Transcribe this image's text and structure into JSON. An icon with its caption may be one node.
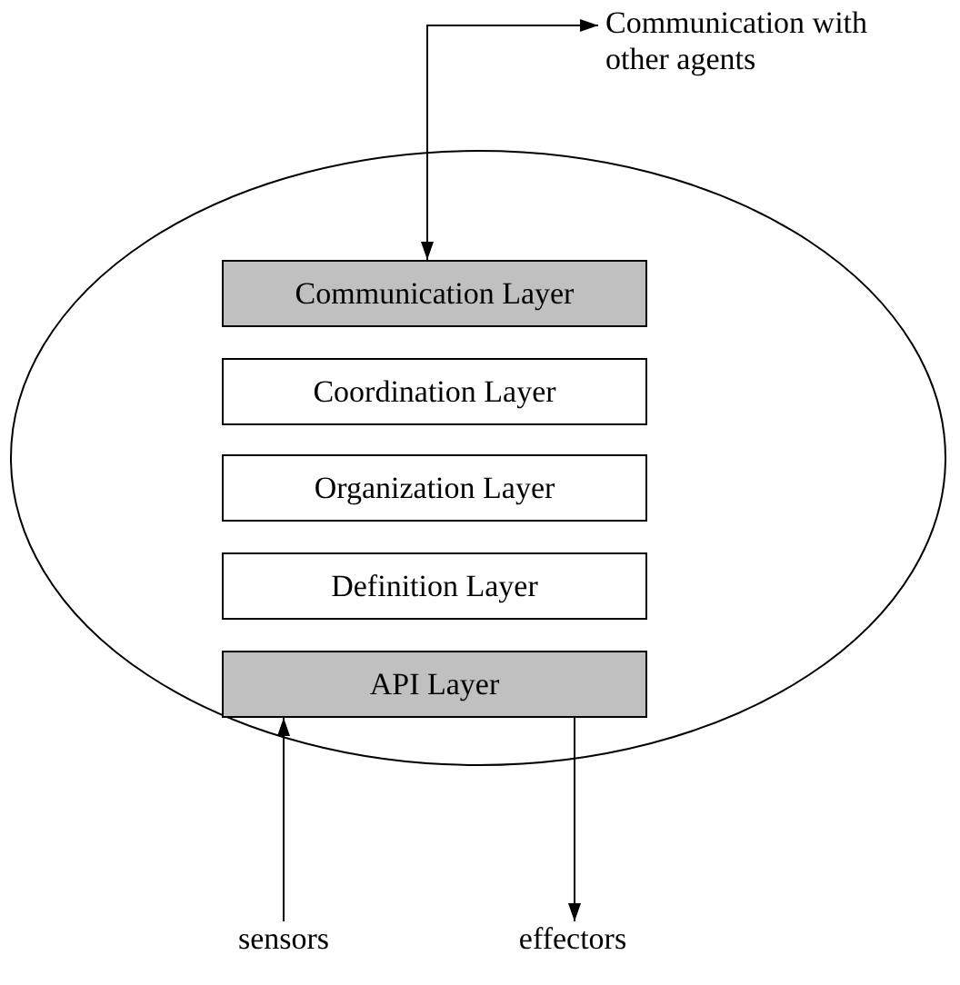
{
  "diagram": {
    "nodes": [
      {
        "text": [
          "Communication with other agents"
        ]
      },
      {
        "text": [],
        "shape": "ellipse"
      },
      {
        "text": [
          "Communication Layer"
        ],
        "in": 1
      },
      {
        "text": [
          "Coordination Layer"
        ],
        "in": 1
      },
      {
        "text": [
          "Organization Layer"
        ],
        "in": 1
      },
      {
        "text": [
          "Definition Layer"
        ],
        "in": 1
      },
      {
        "text": [
          "API Layer"
        ],
        "in": 1
      },
      {
        "text": [
          "sensors"
        ]
      },
      {
        "text": [
          "effectors"
        ]
      }
    ],
    "edges": [
      {
        "from": 2,
        "to": 0,
        "arrow": "both"
      },
      {
        "from": 7,
        "to": 6,
        "arrow": "to"
      },
      {
        "from": 6,
        "to": 8,
        "arrow": "to"
      }
    ]
  }
}
